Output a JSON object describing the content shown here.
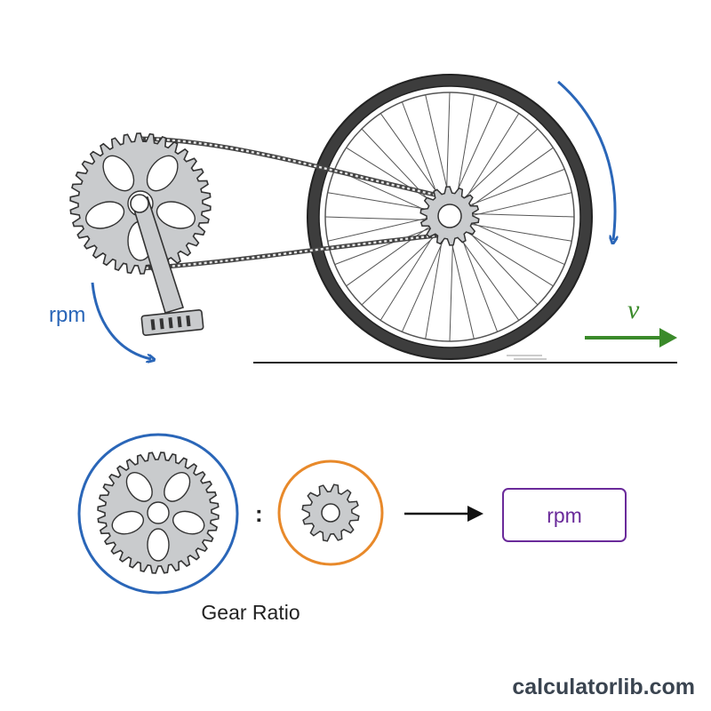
{
  "labels": {
    "cadence": "rpm",
    "velocity": "v",
    "gear_ratio": "Gear Ratio",
    "ratio_separator": ":",
    "output": "rpm"
  },
  "watermark": "calculatorlib.com",
  "colors": {
    "rotation_arrow": "#2a66b8",
    "velocity_arrow": "#3a8a2a",
    "chainring_circle": "#2a66b8",
    "cog_circle": "#e8892a",
    "output_box": "#6a2a9a",
    "metal": "#c9cbcd",
    "tire": "#3d3d3d"
  },
  "icons": {
    "chainring": "chainring-icon",
    "rear-cog": "rear-cog-icon",
    "wheel": "wheel-icon",
    "crank-arm": "crank-arm-icon",
    "pedal": "pedal-icon"
  }
}
